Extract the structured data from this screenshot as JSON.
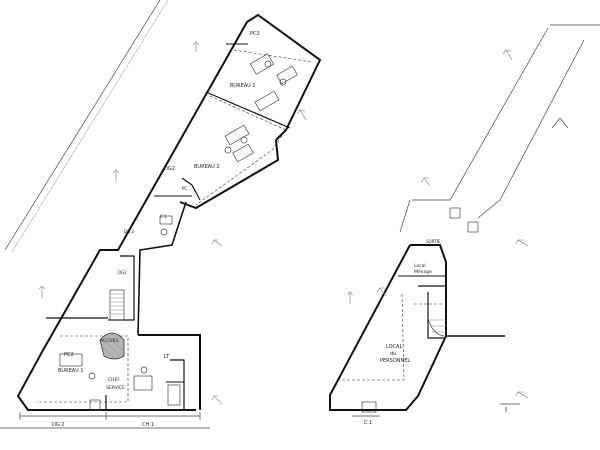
{
  "labels": {
    "bureau1_top": "BUREAU 1",
    "bureau2": "BUREAU 2",
    "bureau1_bottom": "BUREAU 1",
    "dg2_left": "DG2",
    "dg2_mid": "DG 2",
    "dg2_low": "DG2",
    "pc2_top": "PC2",
    "pc2_left": "PC2",
    "pc_small": "PC",
    "c1": "C 1",
    "accueil": "ACCUEIL",
    "chef_service_1": "CHEF",
    "chef_service_2": "SERVICE",
    "lt": "LT",
    "local_menage_1": "Local",
    "local_menage_2": "Ménage",
    "local_personnel_1": "LOCAL",
    "local_personnel_2": "du",
    "local_personnel_3": "PERSONNEL",
    "sortie": "SORTIE",
    "dim_dg2": "DG 2",
    "dim_ch1": "CH 1",
    "dim_c1": "C 1",
    "mark_i": "I"
  }
}
